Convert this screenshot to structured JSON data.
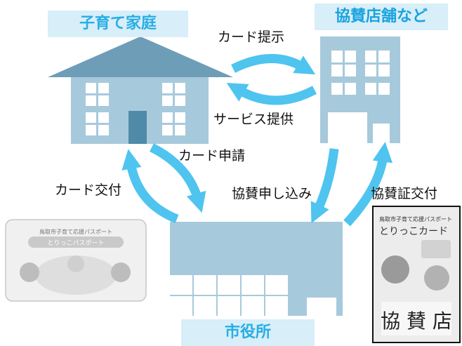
{
  "titles": {
    "family": "子育て家庭",
    "shop": "協賛店舗など",
    "office": "市役所"
  },
  "labels": {
    "present_card": "カード提示",
    "provide_service": "サービス提供",
    "apply_card": "カード申請",
    "issue_card": "カード交付",
    "sponsor_apply": "協賛申し込み",
    "issue_sponsor_cert": "協賛証交付"
  },
  "card_image": {
    "header": "鳥取市子育て応援パスポート",
    "name": "とりっこパスポート"
  },
  "sponsor_sign": {
    "header": "鳥取市子育て応援パスポート",
    "name": "とりっこカード",
    "stamp": "協 賛 店"
  },
  "colors": {
    "arrow": "#4fc4ef",
    "building": "#a7c9dc",
    "roof": "#6e9db8",
    "door": "#4f8aa8",
    "title_bg": "#d8eef9",
    "title_text": "#27aee5"
  }
}
